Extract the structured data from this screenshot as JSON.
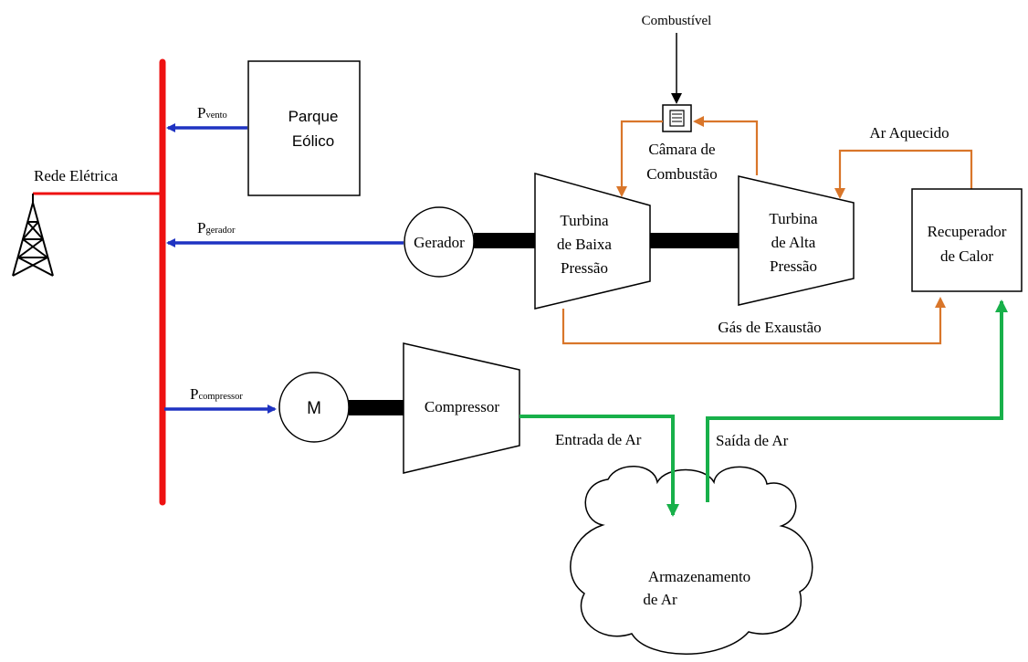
{
  "grid_label": "Rede Elétrica",
  "colors": {
    "grid_bus": "#ee1111",
    "electric_flow": "#1f33c2",
    "gas_flow": "#d9762a",
    "air_flow": "#18b04a",
    "shaft": "#000000"
  },
  "icons": {
    "tower": "transmission-tower-icon",
    "fuel_injector": "fuel-injector-icon"
  },
  "fuel_label": "Combustível",
  "wind_farm": {
    "line1": "Parque",
    "line2": "Eólico"
  },
  "p_vento": {
    "base": "P",
    "sub": "vento"
  },
  "p_gerador": {
    "base": "P",
    "sub": "gerador"
  },
  "p_compressor": {
    "base": "P",
    "sub": "compressor"
  },
  "generator_label": "Gerador",
  "motor_label": "M",
  "chamber": {
    "line1": "Câmara de",
    "line2": "Combustão"
  },
  "lp_turbine": {
    "line1": "Turbina",
    "line2": "de Baixa",
    "line3": "Pressão"
  },
  "hp_turbine": {
    "line1": "Turbina",
    "line2": "de Alta",
    "line3": "Pressão"
  },
  "heat_recuperator": {
    "line1": "Recuperador",
    "line2": "de Calor"
  },
  "heated_air_label": "Ar Aquecido",
  "exhaust_label": "Gás de Exaustão",
  "compressor_label": "Compressor",
  "air_in_label": "Entrada de Ar",
  "air_out_label": "Saída de Ar",
  "storage": {
    "line1": "Armazenamento",
    "line2": "de Ar"
  }
}
